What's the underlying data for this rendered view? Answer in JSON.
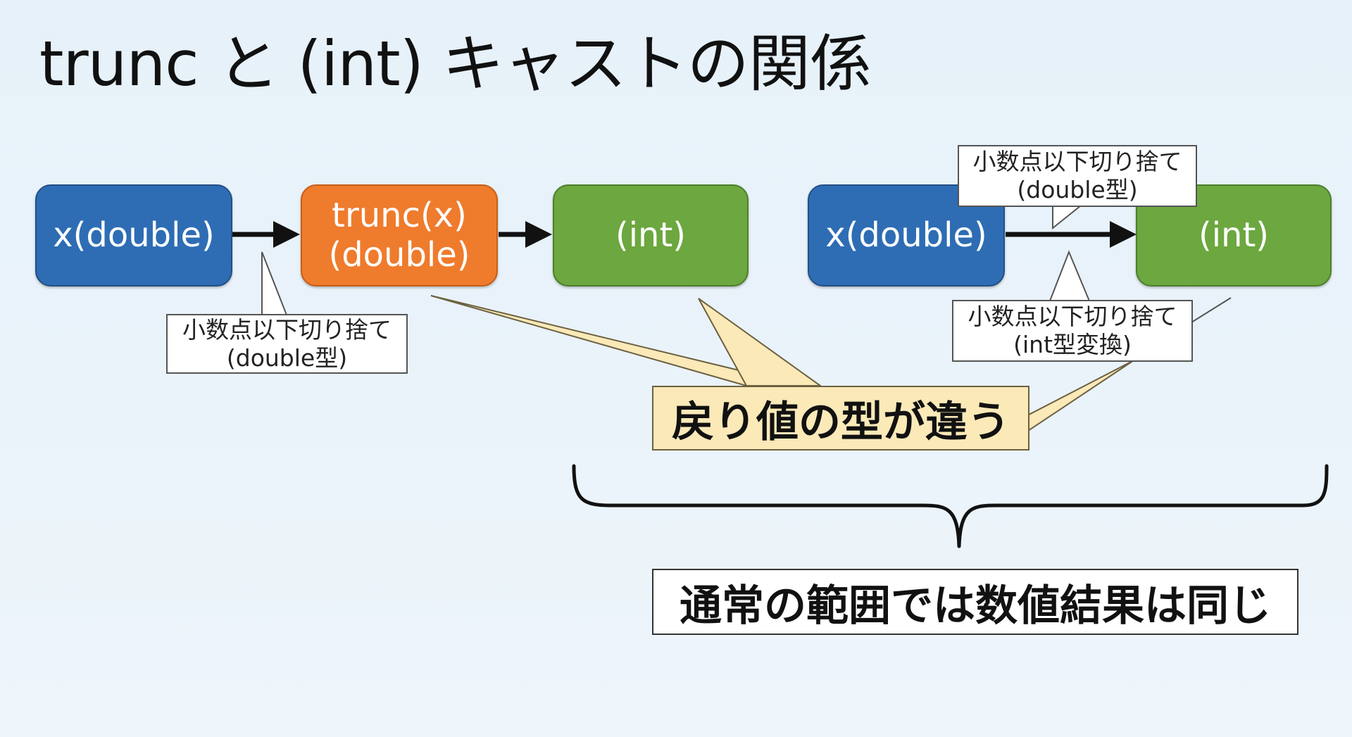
{
  "title": "trunc と (int) キャストの関係",
  "left_flow": {
    "input_box": "x(double)",
    "trunc_box_line1": "trunc(x)",
    "trunc_box_line2": "(double)",
    "output_box": "(int)",
    "note_line1": "小数点以下切り捨て",
    "note_line2": "(double型)"
  },
  "right_flow": {
    "input_box": "x(double)",
    "output_box": "(int)",
    "top_note_line1": "小数点以下切り捨て",
    "top_note_line2": "(double型)",
    "bottom_note_line1": "小数点以下切り捨て",
    "bottom_note_line2": "(int型変換)"
  },
  "callout": "戻り値の型が違う",
  "summary": "通常の範囲では数値結果は同じ",
  "colors": {
    "blue": "#2e6db4",
    "orange": "#ef7b2d",
    "green": "#6ca73f",
    "callout_fill": "#fbe9b8"
  }
}
